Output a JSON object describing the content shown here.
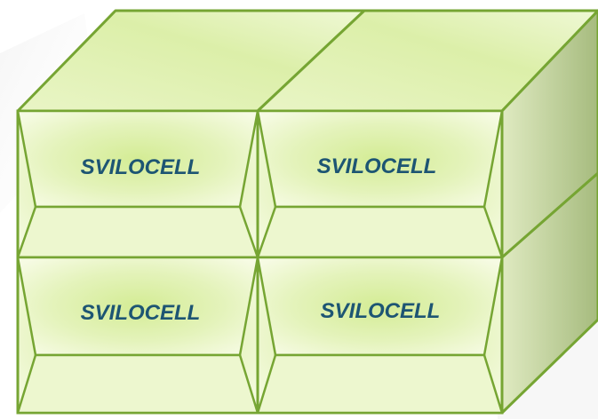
{
  "diagram": {
    "cells": [
      {
        "label": "SVILOCELL"
      },
      {
        "label": "SVILOCELL"
      },
      {
        "label": "SVILOCELL"
      },
      {
        "label": "SVILOCELL"
      }
    ]
  },
  "colors": {
    "outline": "#76a533",
    "face_light": "#f3fadc",
    "face_mid": "#e0f0b3",
    "face_center": "#d4ec95",
    "side_light": "#d8e6b5",
    "side_dark": "#a9be82",
    "label": "#1d5573",
    "background_shadow": "#e6e6e6"
  }
}
